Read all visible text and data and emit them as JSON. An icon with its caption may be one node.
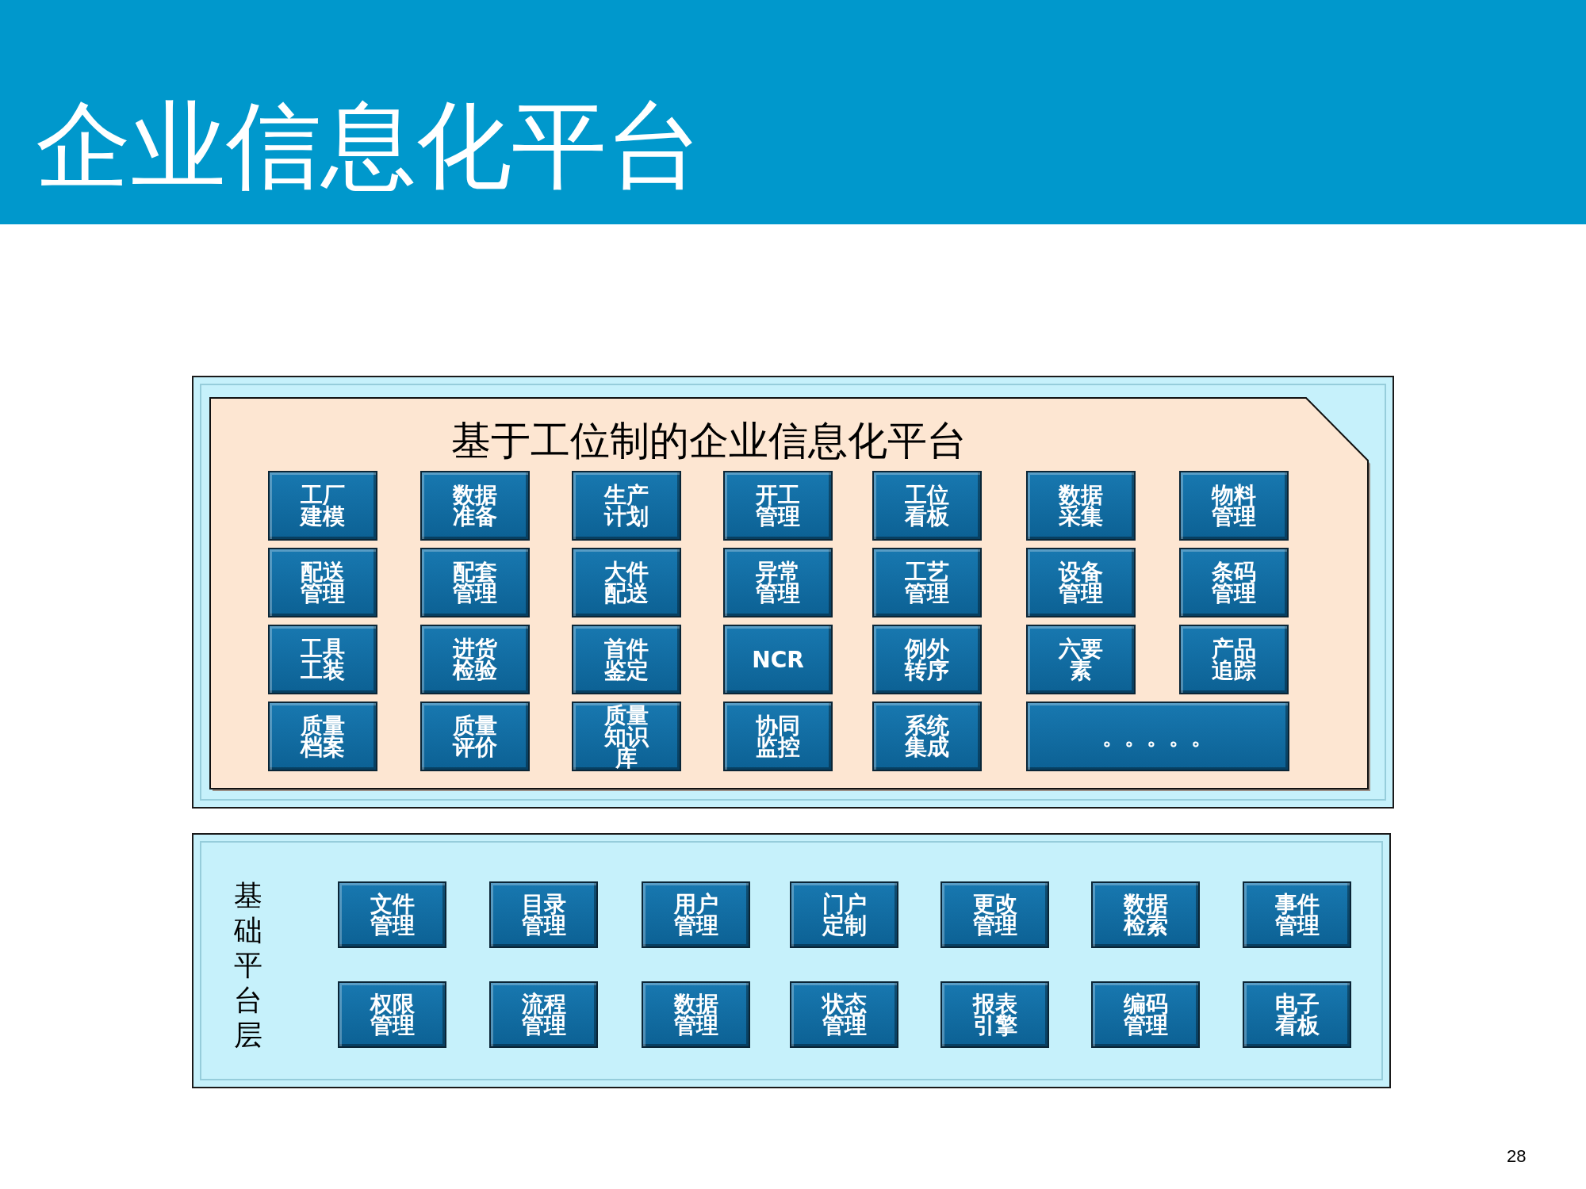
{
  "diagram": {
    "title": "企业信息化平台",
    "nodes": [
      {
        "text": [],
        "shape": "box"
      },
      {
        "text": [
          "基于工位制的企业信息化平台"
        ],
        "in": 0
      },
      {
        "text": [
          "工厂建模"
        ],
        "in": 1
      },
      {
        "text": [
          "数据准备"
        ],
        "in": 1
      },
      {
        "text": [
          "生产计划"
        ],
        "in": 1
      },
      {
        "text": [
          "开工管理"
        ],
        "in": 1
      },
      {
        "text": [
          "工位看板"
        ],
        "in": 1
      },
      {
        "text": [
          "数据采集"
        ],
        "in": 1
      },
      {
        "text": [
          "物料管理"
        ],
        "in": 1
      },
      {
        "text": [
          "配送管理"
        ],
        "in": 1
      },
      {
        "text": [
          "配套管理"
        ],
        "in": 1
      },
      {
        "text": [
          "大件配送"
        ],
        "in": 1
      },
      {
        "text": [
          "异常管理"
        ],
        "in": 1
      },
      {
        "text": [
          "工艺管理"
        ],
        "in": 1
      },
      {
        "text": [
          "设备管理"
        ],
        "in": 1
      },
      {
        "text": [
          "条码管理"
        ],
        "in": 1
      },
      {
        "text": [
          "工具工装"
        ],
        "in": 1
      },
      {
        "text": [
          "进货检验"
        ],
        "in": 1
      },
      {
        "text": [
          "首件鉴定"
        ],
        "in": 1
      },
      {
        "text": [
          "NCR"
        ],
        "in": 1
      },
      {
        "text": [
          "例外转序"
        ],
        "in": 1
      },
      {
        "text": [
          "六要素"
        ],
        "in": 1
      },
      {
        "text": [
          "产品追踪"
        ],
        "in": 1
      },
      {
        "text": [
          "质量档案"
        ],
        "in": 1
      },
      {
        "text": [
          "质量评价"
        ],
        "in": 1
      },
      {
        "text": [
          "质量知识库"
        ],
        "in": 1
      },
      {
        "text": [
          "协同监控"
        ],
        "in": 1
      },
      {
        "text": [
          "系统集成"
        ],
        "in": 1
      },
      {
        "text": [
          "。。。。。"
        ],
        "in": 1
      },
      {
        "text": [
          "基础平台层"
        ]
      },
      {
        "text": [
          "文件管理"
        ],
        "in": 29
      },
      {
        "text": [
          "目录管理"
        ],
        "in": 29
      },
      {
        "text": [
          "用户管理"
        ],
        "in": 29
      },
      {
        "text": [
          "门户定制"
        ],
        "in": 29
      },
      {
        "text": [
          "更改管理"
        ],
        "in": 29
      },
      {
        "text": [
          "数据检索"
        ],
        "in": 29
      },
      {
        "text": [
          "事件管理"
        ],
        "in": 29
      },
      {
        "text": [
          "权限管理"
        ],
        "in": 29
      },
      {
        "text": [
          "流程管理"
        ],
        "in": 29
      },
      {
        "text": [
          "数据管理"
        ],
        "in": 29
      },
      {
        "text": [
          "状态管理"
        ],
        "in": 29
      },
      {
        "text": [
          "报表引擎"
        ],
        "in": 29
      },
      {
        "text": [
          "编码管理"
        ],
        "in": 29
      },
      {
        "text": [
          "电子看板"
        ],
        "in": 29
      }
    ],
    "labels": [
      "28"
    ]
  }
}
